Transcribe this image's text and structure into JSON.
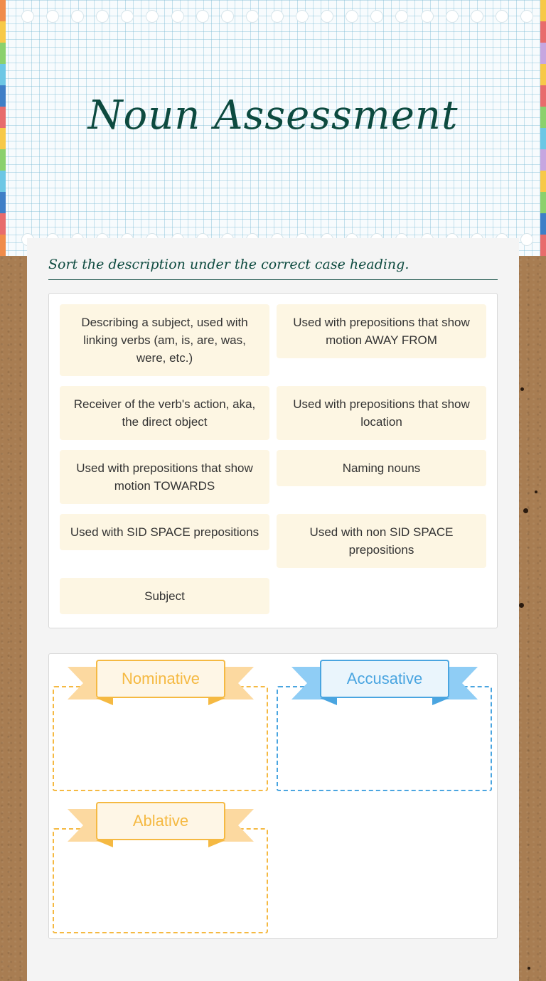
{
  "header": {
    "title": "Noun Assessment"
  },
  "instruction": "Sort the description under the correct case heading.",
  "cards": [
    "Describing a subject, used with linking verbs (am, is, are, was, were, etc.)",
    "Used with prepositions that show motion AWAY FROM",
    "Receiver of the verb's action, aka, the direct object",
    "Used with prepositions that show location",
    "Used with prepositions that show motion TOWARDS",
    "Naming nouns",
    "Used with SID SPACE prepositions",
    "Used with non SID SPACE prepositions",
    "Subject"
  ],
  "categories": [
    {
      "label": "Nominative",
      "color": "#f5b942",
      "ribbon": "#fcd9a0",
      "fill": "#fef6e6"
    },
    {
      "label": "Accusative",
      "color": "#4aa5e0",
      "ribbon": "#8fcdf5",
      "fill": "#eaf5fc"
    },
    {
      "label": "Ablative",
      "color": "#f5b942",
      "ribbon": "#fcd9a0",
      "fill": "#fef6e6"
    }
  ]
}
